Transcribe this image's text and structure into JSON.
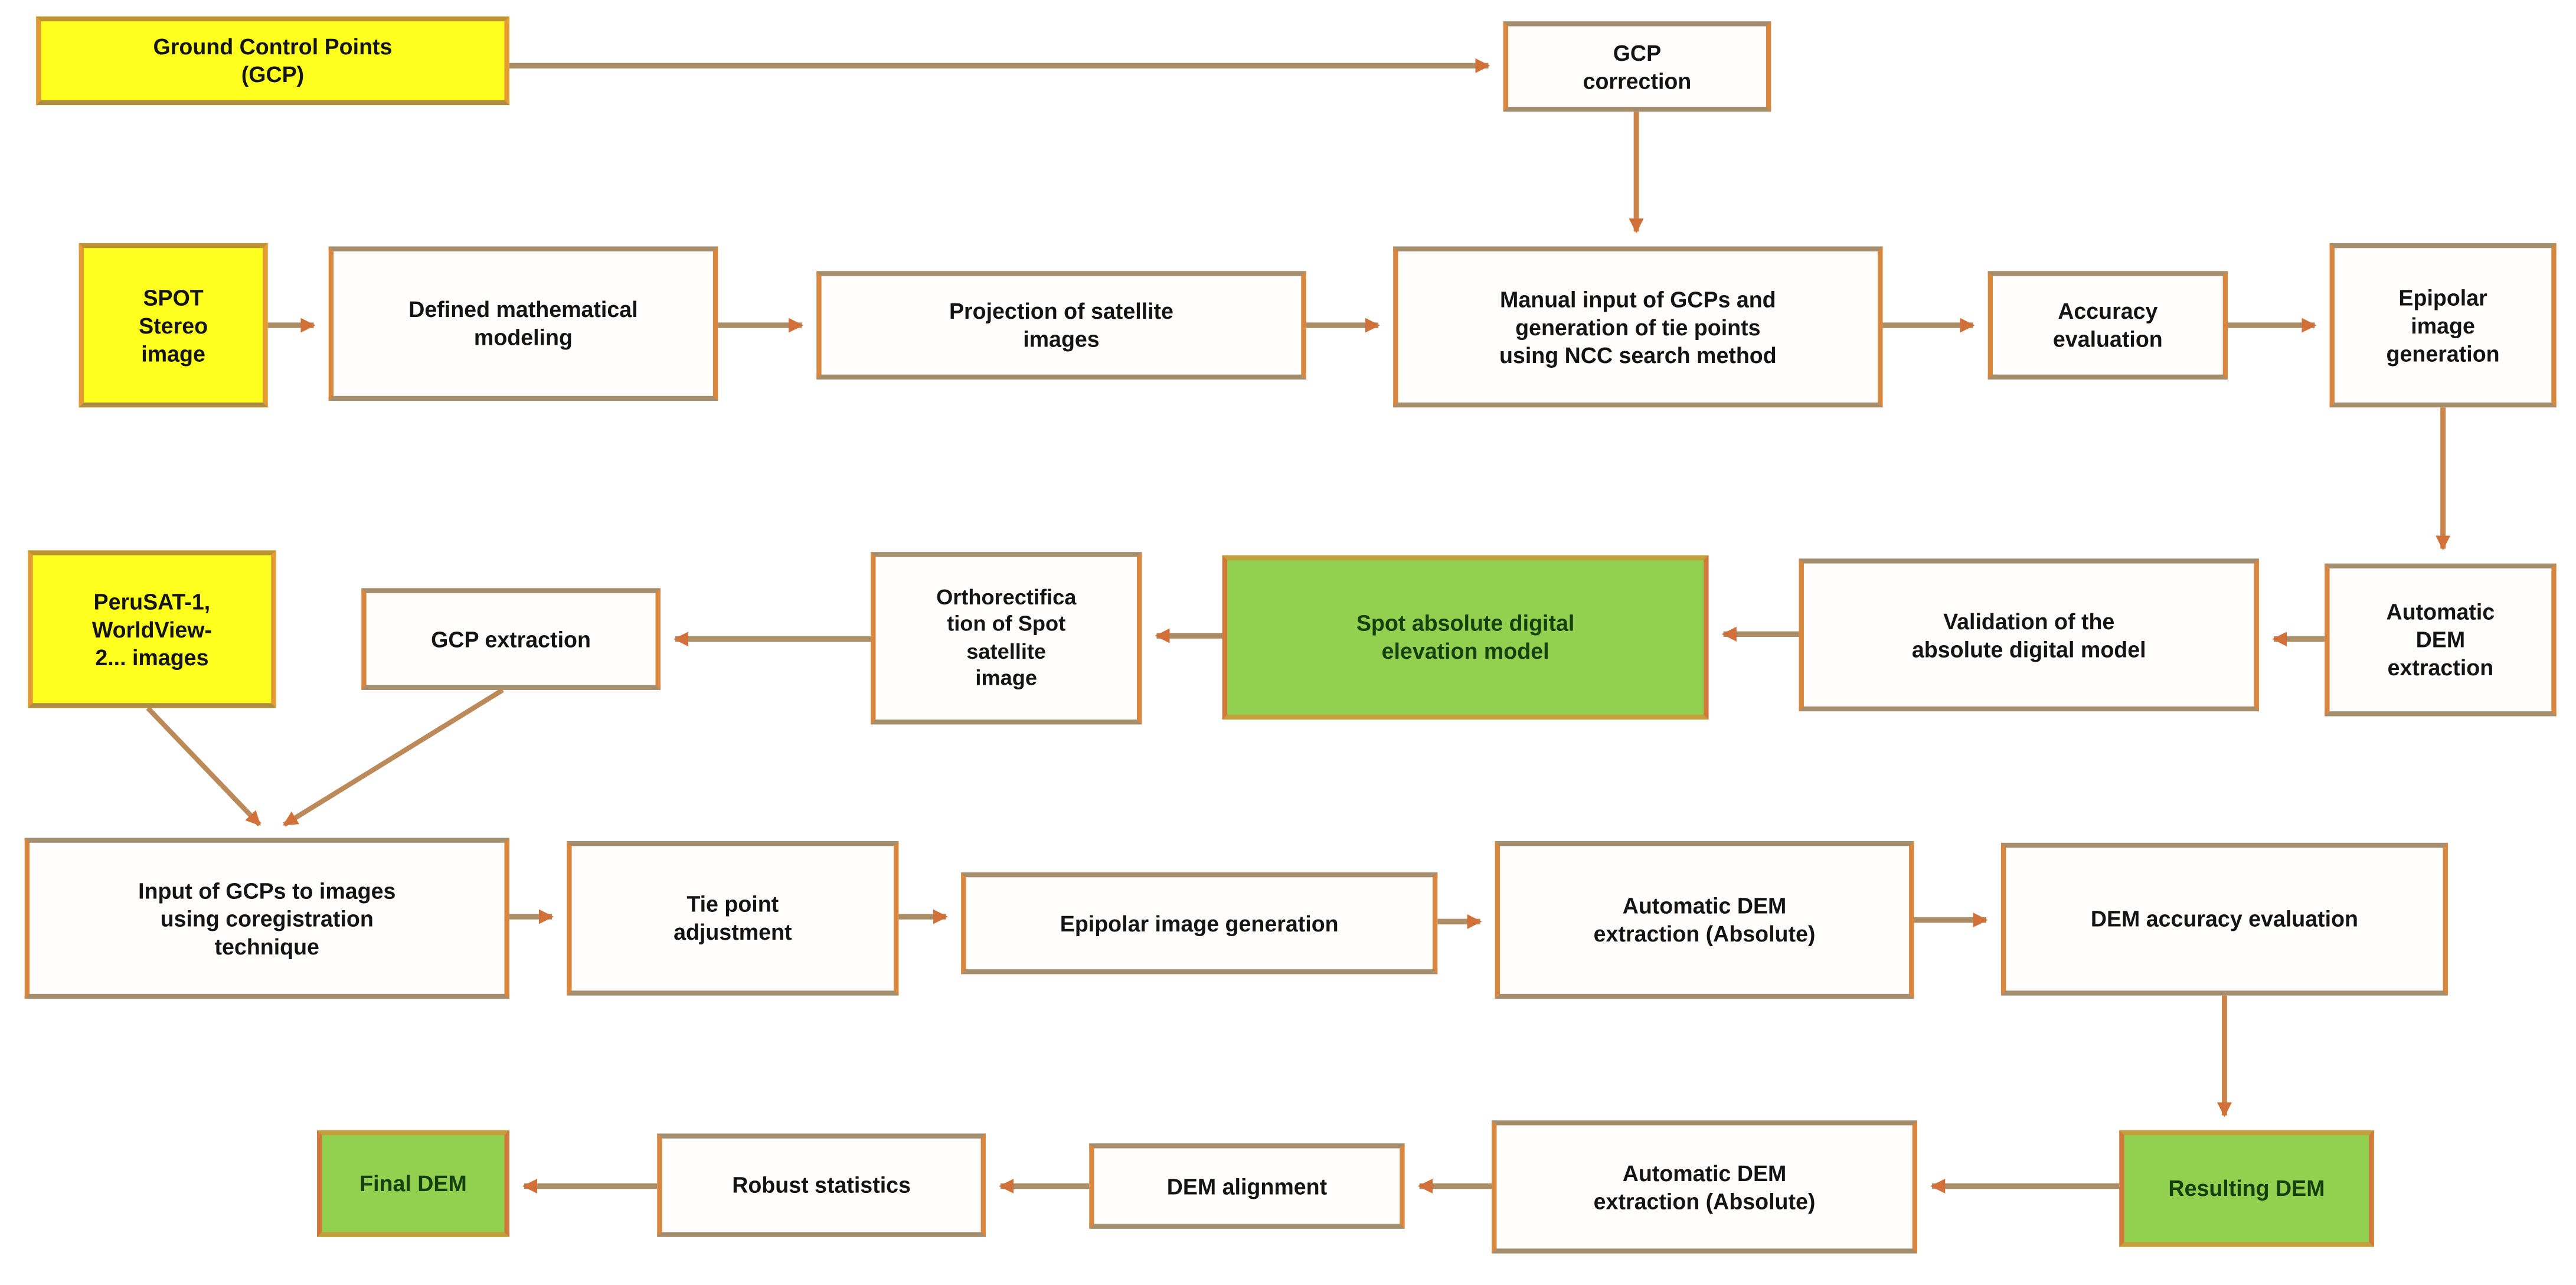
{
  "diagram": {
    "type": "flowchart",
    "colors": {
      "input_fill": "#ffff1f",
      "process_fill": "#fffefd",
      "result_fill": "#92d050",
      "border_orange": "#d9873f",
      "border_tan": "#a58e6e",
      "arrow_shaft": "#ac8e66",
      "arrow_head": "#d2703a",
      "text": "#141414",
      "result_text": "#16400e"
    },
    "nodes": {
      "gcp_points": {
        "label": "Ground Control Points\n(GCP)",
        "fill": "yellow"
      },
      "gcp_correction": {
        "label": "GCP\ncorrection",
        "fill": "white"
      },
      "spot_stereo": {
        "label": "SPOT\nStereo\nimage",
        "fill": "yellow"
      },
      "defined_math": {
        "label": "Defined mathematical\nmodeling",
        "fill": "white"
      },
      "projection": {
        "label": "Projection of satellite\nimages",
        "fill": "white"
      },
      "manual_input": {
        "label": "Manual input of GCPs and\ngeneration of tie points\nusing NCC search method",
        "fill": "white"
      },
      "accuracy_eval": {
        "label": "Accuracy\nevaluation",
        "fill": "white"
      },
      "epipolar1": {
        "label": "Epipolar\nimage\ngeneration",
        "fill": "white"
      },
      "auto_dem1": {
        "label": "Automatic\nDEM\nextraction",
        "fill": "white"
      },
      "validation": {
        "label": "Validation of the\nabsolute digital model",
        "fill": "white"
      },
      "spot_absolute": {
        "label": "Spot absolute digital\nelevation model",
        "fill": "green"
      },
      "orthorect": {
        "label": "Orthorectifica\ntion of Spot\nsatellite\nimage",
        "fill": "white"
      },
      "gcp_extraction": {
        "label": "GCP extraction",
        "fill": "white"
      },
      "perusat": {
        "label": "PeruSAT-1,\nWorldView-\n2... images",
        "fill": "yellow"
      },
      "input_gcps": {
        "label": "Input of GCPs to images\nusing coregistration\ntechnique",
        "fill": "white"
      },
      "tie_point": {
        "label": "Tie point\nadjustment",
        "fill": "white"
      },
      "epipolar2": {
        "label": "Epipolar image generation",
        "fill": "white"
      },
      "auto_dem2": {
        "label": "Automatic DEM\nextraction (Absolute)",
        "fill": "white"
      },
      "dem_accuracy": {
        "label": "DEM accuracy evaluation",
        "fill": "white"
      },
      "resulting_dem": {
        "label": "Resulting DEM",
        "fill": "green"
      },
      "auto_dem3": {
        "label": "Automatic DEM\nextraction (Absolute)",
        "fill": "white"
      },
      "dem_alignment": {
        "label": "DEM alignment",
        "fill": "white"
      },
      "robust_stats": {
        "label": "Robust statistics",
        "fill": "white"
      },
      "final_dem": {
        "label": "Final DEM",
        "fill": "green"
      }
    },
    "edges": [
      {
        "from": "gcp_points",
        "to": "gcp_correction"
      },
      {
        "from": "gcp_correction",
        "to": "manual_input"
      },
      {
        "from": "spot_stereo",
        "to": "defined_math"
      },
      {
        "from": "defined_math",
        "to": "projection"
      },
      {
        "from": "projection",
        "to": "manual_input"
      },
      {
        "from": "manual_input",
        "to": "accuracy_eval"
      },
      {
        "from": "accuracy_eval",
        "to": "epipolar1"
      },
      {
        "from": "epipolar1",
        "to": "auto_dem1"
      },
      {
        "from": "auto_dem1",
        "to": "validation"
      },
      {
        "from": "validation",
        "to": "spot_absolute"
      },
      {
        "from": "spot_absolute",
        "to": "orthorect"
      },
      {
        "from": "orthorect",
        "to": "gcp_extraction"
      },
      {
        "from": "perusat",
        "to": "input_gcps"
      },
      {
        "from": "gcp_extraction",
        "to": "input_gcps"
      },
      {
        "from": "input_gcps",
        "to": "tie_point"
      },
      {
        "from": "tie_point",
        "to": "epipolar2"
      },
      {
        "from": "epipolar2",
        "to": "auto_dem2"
      },
      {
        "from": "auto_dem2",
        "to": "dem_accuracy"
      },
      {
        "from": "dem_accuracy",
        "to": "resulting_dem"
      },
      {
        "from": "resulting_dem",
        "to": "auto_dem3"
      },
      {
        "from": "auto_dem3",
        "to": "dem_alignment"
      },
      {
        "from": "dem_alignment",
        "to": "robust_stats"
      },
      {
        "from": "robust_stats",
        "to": "final_dem"
      }
    ]
  }
}
